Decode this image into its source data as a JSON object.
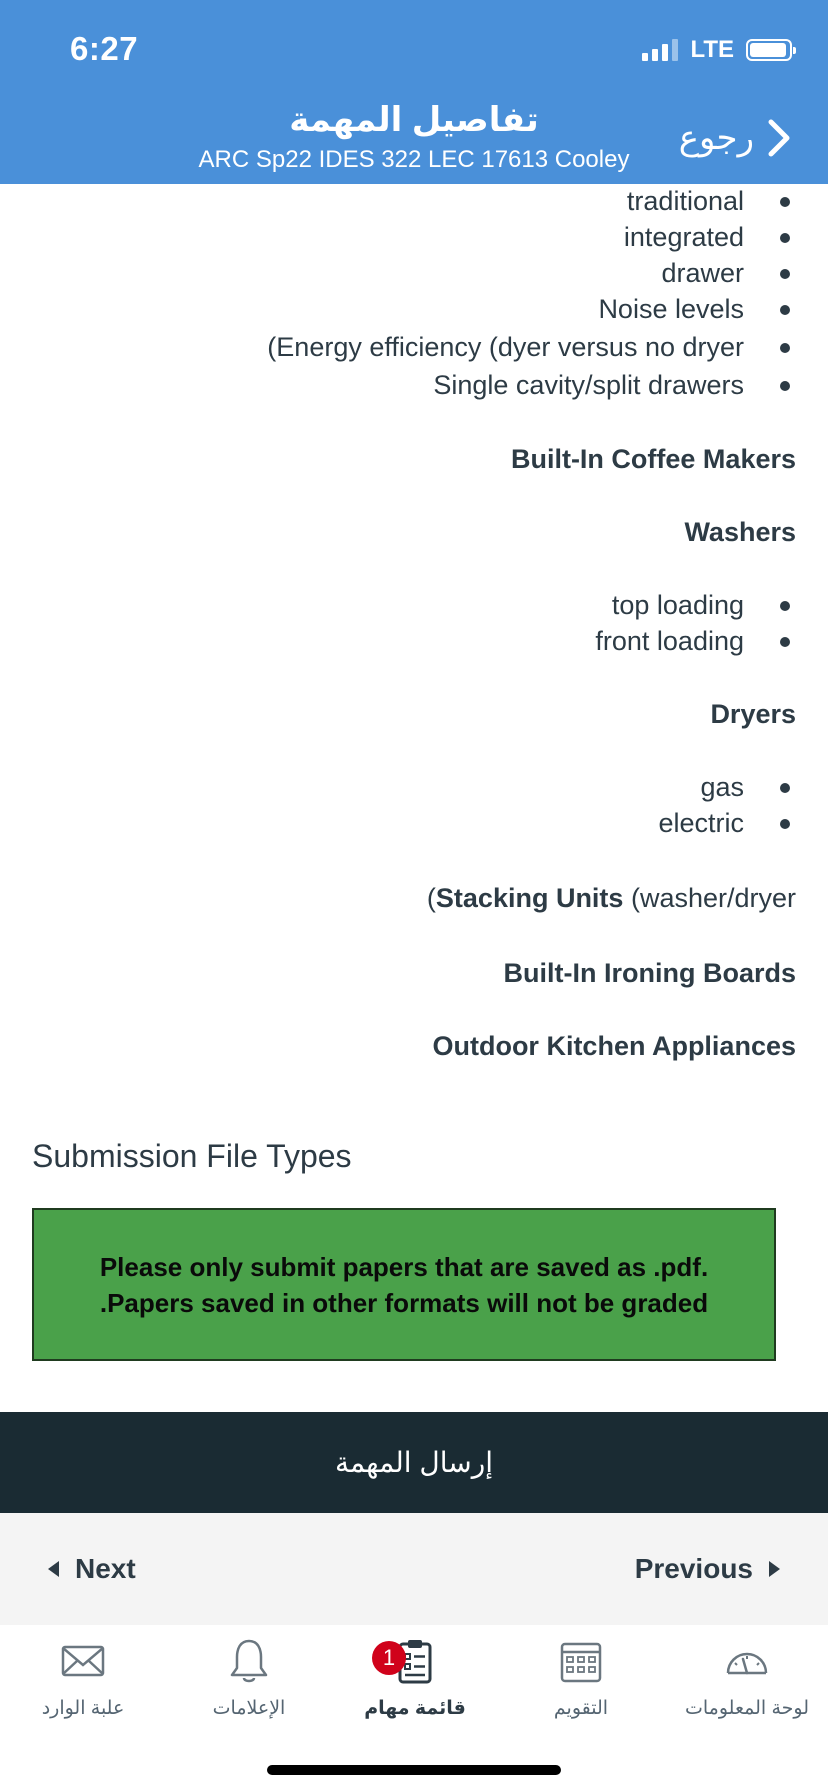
{
  "status": {
    "time": "6:27",
    "network": "LTE"
  },
  "nav": {
    "title": "تفاصيل المهمة",
    "subtitle": "ARC Sp22 IDES 322 LEC 17613 Cooley",
    "back_label": "رجوع"
  },
  "content": {
    "list1": [
      "traditional",
      "integrated",
      "drawer",
      "Noise levels",
      "(Energy efficiency (dyer versus no dryer",
      "Single cavity/split drawers"
    ],
    "heading_coffee": "Built-In Coffee Makers",
    "heading_washers": "Washers",
    "list_washers": [
      "top loading",
      "front loading"
    ],
    "heading_dryers": "Dryers",
    "list_dryers": [
      "gas",
      "electric"
    ],
    "stacking_paren_open": "(",
    "stacking_bold": "Stacking Units",
    "stacking_normal": " (washer/dryer",
    "heading_ironing": "Built-In Ironing Boards",
    "heading_outdoor": "Outdoor Kitchen Appliances",
    "submission_title": "Submission File Types",
    "notice_line1": "Please only submit papers that are saved as .pdf.",
    "notice_line2": ".Papers saved in other formats will not be graded"
  },
  "submit_label": "إرسال المهمة",
  "pager": {
    "next": "Next",
    "previous": "Previous"
  },
  "tabs": {
    "inbox": "علبة الوارد",
    "notifications": "الإعلامات",
    "todo": "قائمة مهام",
    "todo_badge": "1",
    "calendar": "التقويم",
    "dashboard": "لوحة المعلومات"
  },
  "colors": {
    "header": "#4a90d9",
    "notice_bg": "#4aa14a",
    "submit_bg": "#1a2b33",
    "badge": "#d0021b"
  }
}
